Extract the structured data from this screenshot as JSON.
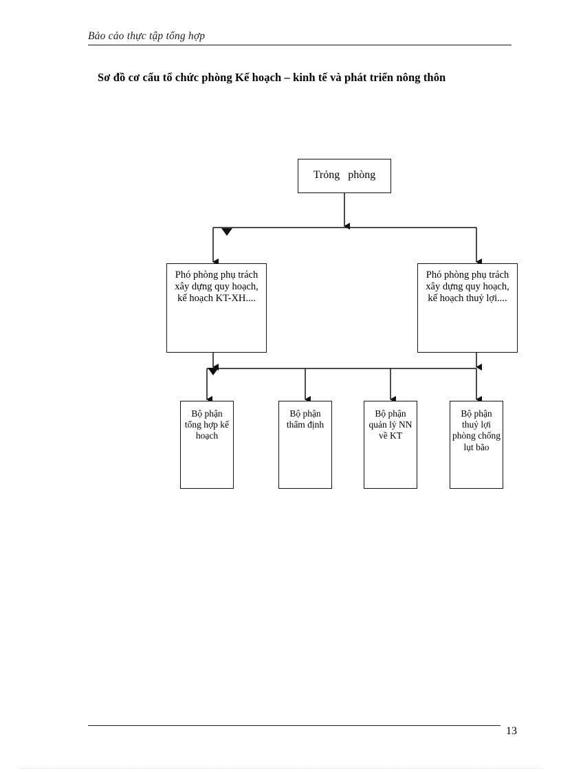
{
  "document": {
    "running_header": "Bảo cảo thực tập tổng hợp",
    "page_number": "13"
  },
  "diagram": {
    "title": "Sơ đồ cơ cấu tổ chức phòng Kế hoạch – kinh tế và phát triển nông thôn",
    "type": "organization-chart",
    "levels": [
      {
        "level": 1,
        "nodes": [
          {
            "id": "truong-phong",
            "label": "Trỏng   phòng"
          }
        ]
      },
      {
        "level": 2,
        "nodes": [
          {
            "id": "pho-phong-kt-xh",
            "label": "Phó phòng phụ trách  xây dựng quy hoạch, kế hoạch KT-XH...."
          },
          {
            "id": "pho-phong-thuy-loi",
            "label": "Phó phòng phụ trách xây dựng quy hoạch, kế hoạch thuỷ lợi...."
          }
        ]
      },
      {
        "level": 3,
        "nodes": [
          {
            "id": "bo-phan-tong-hop",
            "label": "Bộ phận tổng hợp kế hoạch"
          },
          {
            "id": "bo-phan-tham-dinh",
            "label": "Bộ phận thẩm định"
          },
          {
            "id": "bo-phan-quan-ly",
            "label": "Bộ phận quản lý NN về KT"
          },
          {
            "id": "bo-phan-thuy-loi-pcb",
            "label": "Bộ phận thuỷ lợi phòng chống lụt bão"
          }
        ]
      }
    ],
    "colors": {
      "line": "#111111",
      "box_border": "#111111",
      "box_fill": "#ffffff",
      "text": "#000000"
    }
  }
}
